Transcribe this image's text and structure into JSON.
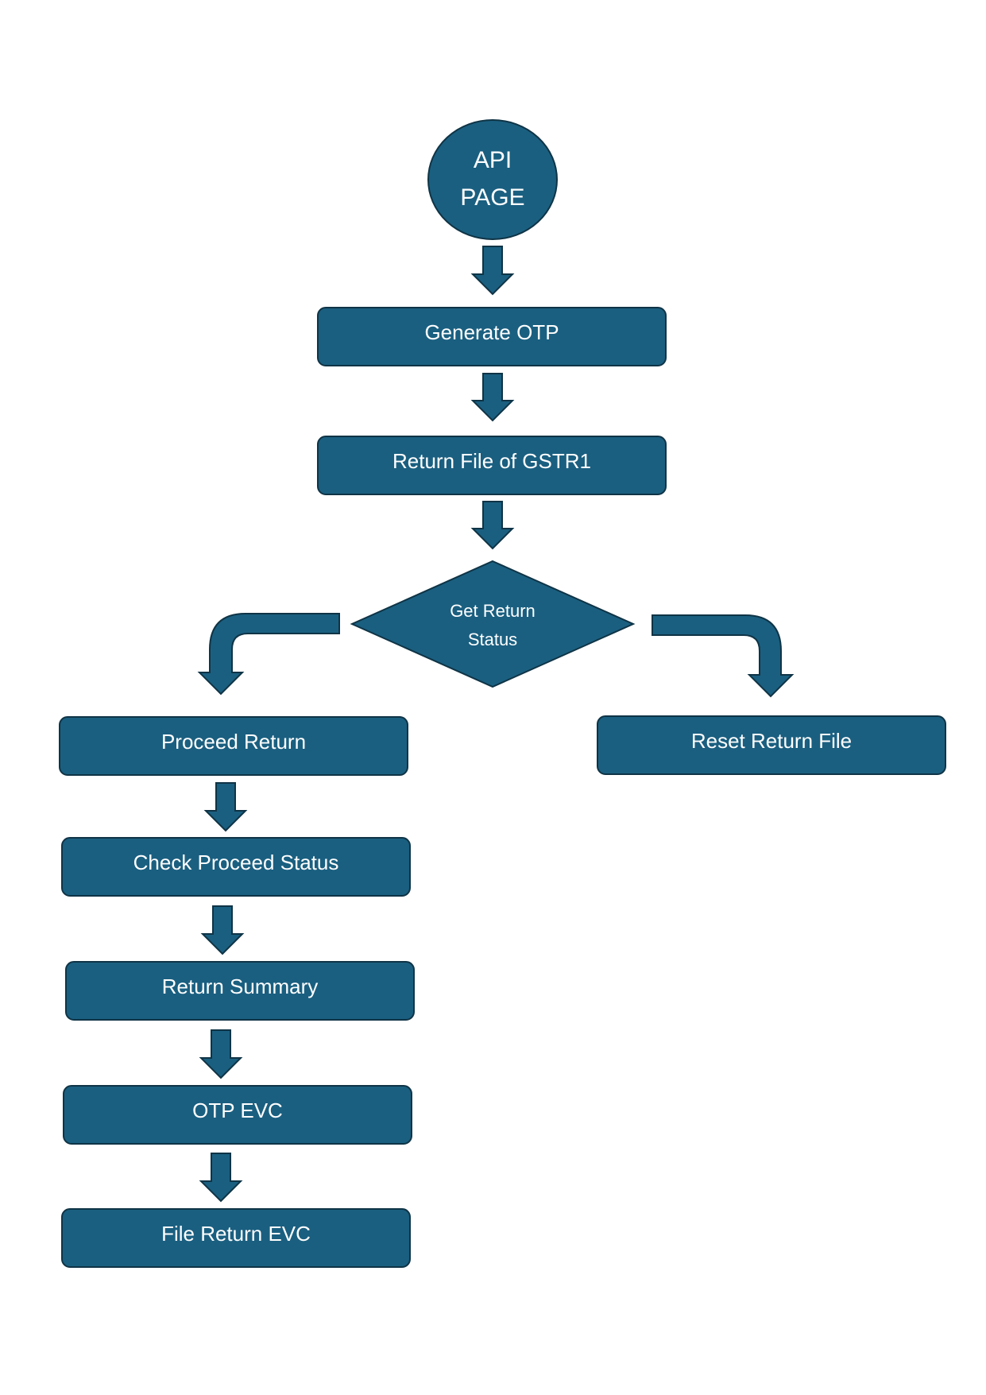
{
  "diagram": {
    "start": {
      "line1": "API",
      "line2": "PAGE"
    },
    "steps": {
      "generate_otp": "Generate OTP",
      "return_file_gstr1": "Return File of GSTR1",
      "proceed_return": "Proceed Return",
      "reset_return_file": "Reset Return File",
      "check_proceed_status": "Check Proceed Status",
      "return_summary": "Return Summary",
      "otp_evc": "OTP EVC",
      "file_return_evc": "File Return EVC"
    },
    "decision": {
      "line1": "Get Return",
      "line2": "Status"
    },
    "colors": {
      "fill": "#1a5f80",
      "stroke": "#0f3446",
      "text": "#ffffff"
    }
  }
}
